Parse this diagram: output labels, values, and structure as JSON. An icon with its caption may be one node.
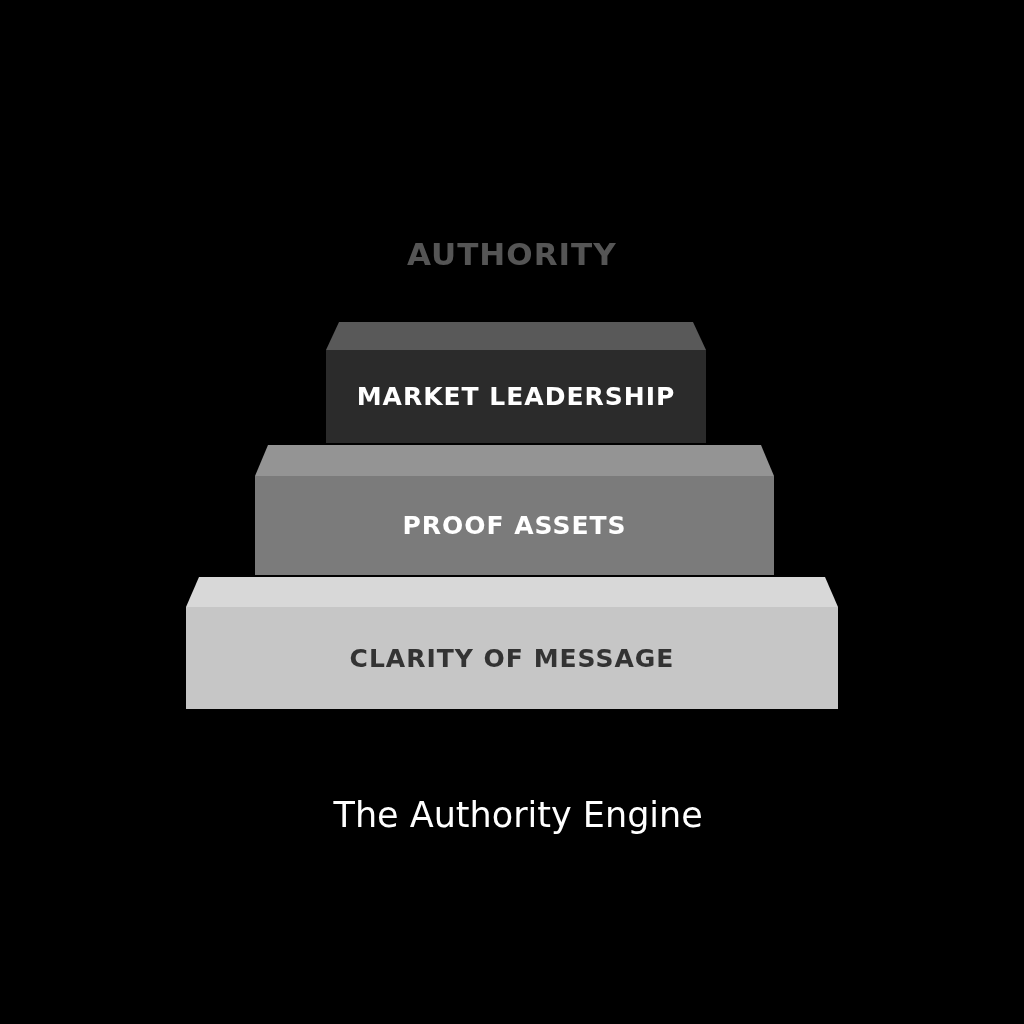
{
  "diagram": {
    "caption": "The Authority Engine",
    "nodes": [
      {
        "text": [
          "MARKET LEADERSHIP"
        ]
      },
      {
        "text": [
          "PROOF ASSETS"
        ]
      },
      {
        "text": [
          "CLARITY OF MESSAGE"
        ]
      }
    ],
    "labels": [
      "AUTHORITY"
    ]
  }
}
